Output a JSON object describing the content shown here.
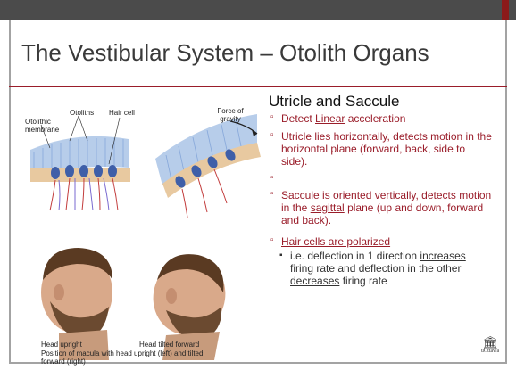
{
  "slide": {
    "title": "The Vestibular System – Otolith Organs",
    "subheading": "Utricle and Saccule"
  },
  "bullets": [
    {
      "pre": "Detect ",
      "u": "Linear",
      "post": " acceleration"
    },
    {
      "text": "Utricle lies horizontally, detects motion in the horizontal plane (forward, back, side to side)."
    },
    {
      "text": ""
    },
    {
      "pre": "Saccule is oriented vertically, detects motion in the ",
      "u": "sagittal",
      "post": " plane (up and down, forward and back)."
    },
    {
      "u": "Hair cells are polarized"
    }
  ],
  "sub_bullet": {
    "a": "i.e. deflection in 1 direction ",
    "u1": "increases",
    "b": " firing rate and deflection in the other ",
    "u2": "decreases",
    "c": " firing rate"
  },
  "figure": {
    "label_otolithic": "Otolithic membrane",
    "label_otoliths": "Otoliths",
    "label_hair_cell": "Hair cell",
    "label_force": "Force of gravity",
    "caption_left": "Head upright",
    "caption_right": "Head tilted forward",
    "caption": "Position of macula with head upright (left) and tilted forward (right)"
  },
  "logo": {
    "text": "uOttawa"
  },
  "icons": {
    "logo": "university-building-icon",
    "bullet": "square-bullet-icon"
  },
  "colors": {
    "accent": "#9a1d2a",
    "topbar": "#4b4b4b",
    "frame": "#a3a3a3"
  }
}
